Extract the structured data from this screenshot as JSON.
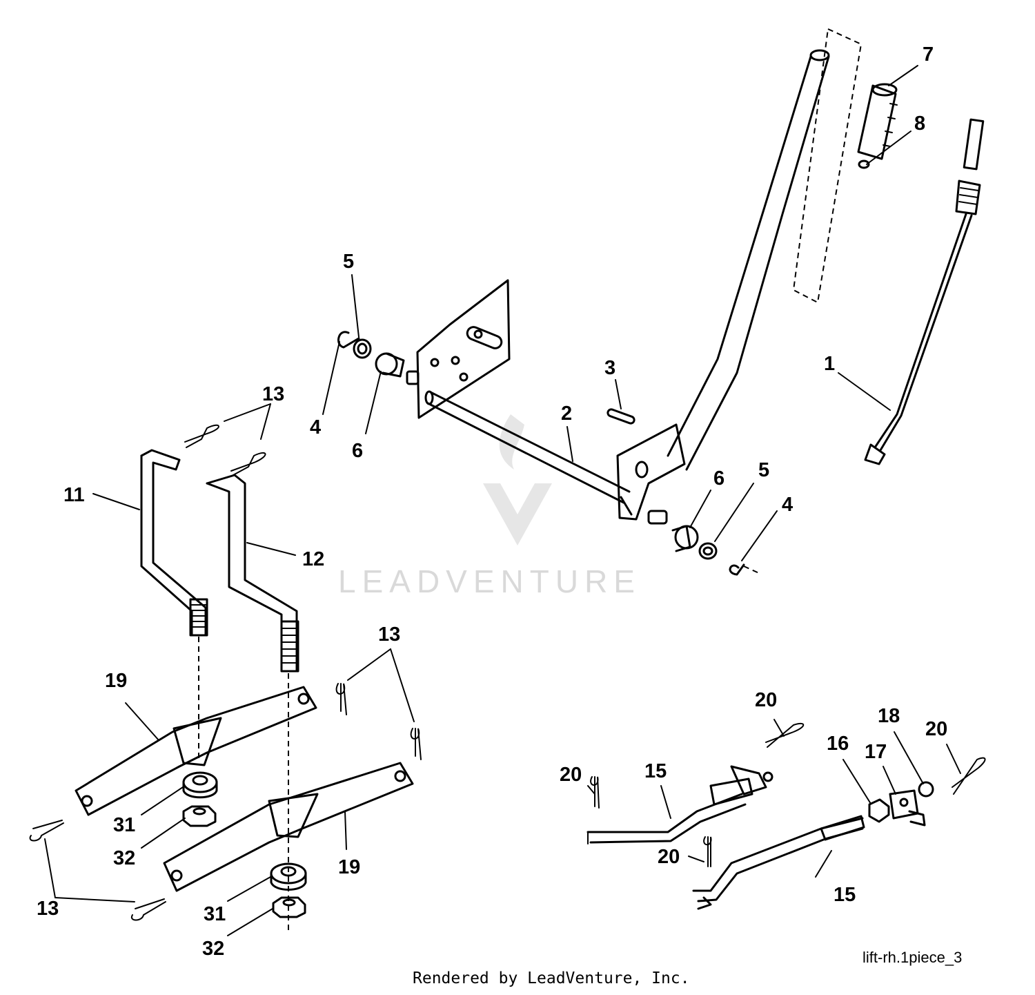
{
  "watermark": {
    "brand": "LEADVENTURE"
  },
  "callouts": [
    {
      "id": "c1",
      "text": "1"
    },
    {
      "id": "c2",
      "text": "2"
    },
    {
      "id": "c3",
      "text": "3"
    },
    {
      "id": "c4a",
      "text": "4"
    },
    {
      "id": "c4b",
      "text": "4"
    },
    {
      "id": "c5a",
      "text": "5"
    },
    {
      "id": "c5b",
      "text": "5"
    },
    {
      "id": "c6a",
      "text": "6"
    },
    {
      "id": "c6b",
      "text": "6"
    },
    {
      "id": "c7",
      "text": "7"
    },
    {
      "id": "c8",
      "text": "8"
    },
    {
      "id": "c11",
      "text": "11"
    },
    {
      "id": "c12",
      "text": "12"
    },
    {
      "id": "c13a",
      "text": "13"
    },
    {
      "id": "c13b",
      "text": "13"
    },
    {
      "id": "c13c",
      "text": "13"
    },
    {
      "id": "c15a",
      "text": "15"
    },
    {
      "id": "c15b",
      "text": "15"
    },
    {
      "id": "c16",
      "text": "16"
    },
    {
      "id": "c17",
      "text": "17"
    },
    {
      "id": "c18",
      "text": "18"
    },
    {
      "id": "c19a",
      "text": "19"
    },
    {
      "id": "c19b",
      "text": "19"
    },
    {
      "id": "c20a",
      "text": "20"
    },
    {
      "id": "c20b",
      "text": "20"
    },
    {
      "id": "c20c",
      "text": "20"
    },
    {
      "id": "c20d",
      "text": "20"
    },
    {
      "id": "c31a",
      "text": "31"
    },
    {
      "id": "c31b",
      "text": "31"
    },
    {
      "id": "c32a",
      "text": "32"
    },
    {
      "id": "c32b",
      "text": "32"
    }
  ],
  "footer": {
    "drawing_id": "lift-rh.1piece_3",
    "rendered_by": "Rendered by LeadVenture, Inc."
  }
}
